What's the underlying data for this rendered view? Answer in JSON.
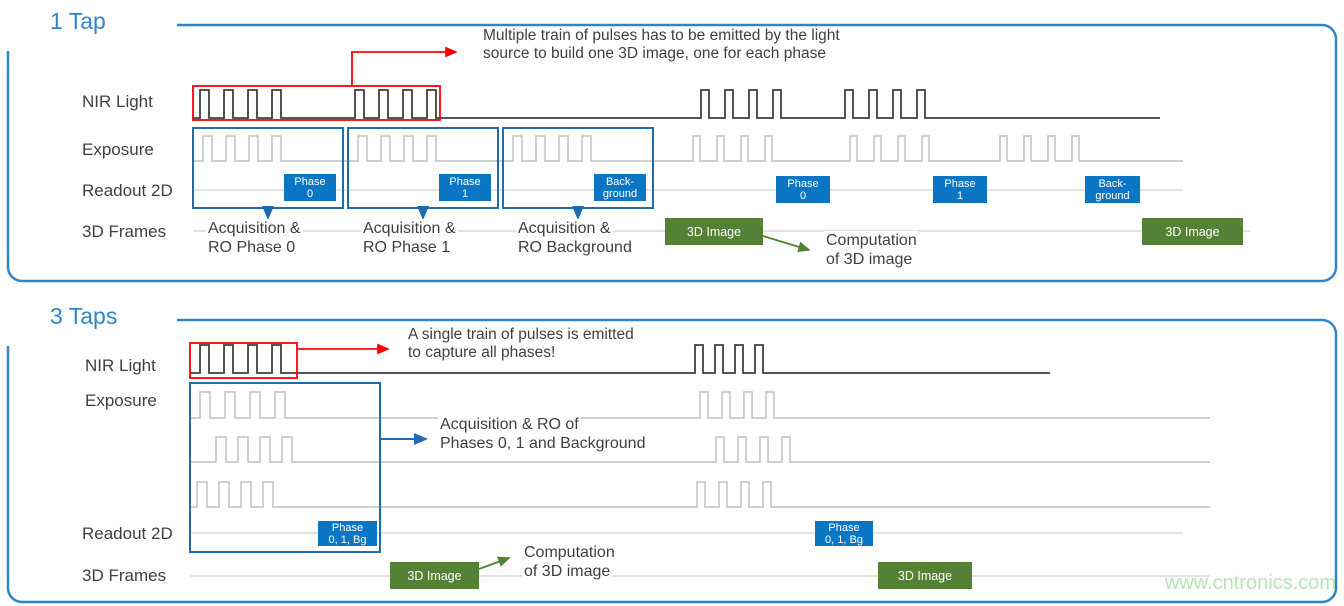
{
  "colors": {
    "accent_blue": "#2E86C8",
    "deep_blue": "#1F6BB0",
    "box_blue": "#0B77C4",
    "green": "#538135",
    "red": "#FF0000",
    "dark_pulse": "#3F3F3F",
    "light_pulse": "#C9C9C9",
    "baseline_gray": "#D9D9D9",
    "text_gray": "#404040",
    "watermark_green": "#B5E6B0"
  },
  "panels": {
    "tap1": {
      "title": "1 Tap",
      "rows": {
        "nir": "NIR Light",
        "exposure": "Exposure",
        "readout": "Readout 2D",
        "frames": "3D Frames"
      },
      "annotation": {
        "line1": "Multiple train of pulses has to be emitted by the light",
        "line2": "source to build one 3D image, one for each phase"
      },
      "readout_boxes": [
        {
          "line1": "Phase",
          "line2": "0"
        },
        {
          "line1": "Phase",
          "line2": "1"
        },
        {
          "line1": "Back-",
          "line2": "ground"
        },
        {
          "line1": "Phase",
          "line2": "0"
        },
        {
          "line1": "Phase",
          "line2": "1"
        },
        {
          "line1": "Back-",
          "line2": "ground"
        }
      ],
      "acquisition_labels": [
        {
          "line1": "Acquisition &",
          "line2": "RO Phase 0"
        },
        {
          "line1": "Acquisition &",
          "line2": "RO Phase 1"
        },
        {
          "line1": "Acquisition &",
          "line2": "RO Background"
        }
      ],
      "frame_boxes": [
        "3D Image",
        "3D Image"
      ],
      "computation": {
        "line1": "Computation",
        "line2": "of 3D image"
      }
    },
    "tap3": {
      "title": "3 Taps",
      "rows": {
        "nir": "NIR Light",
        "exposure": "Exposure",
        "readout": "Readout 2D",
        "frames": "3D Frames"
      },
      "annotation": {
        "line1": "A single train of pulses is emitted",
        "line2": "to capture all phases!"
      },
      "acquisition": {
        "line1": "Acquisition & RO of",
        "line2": "Phases 0, 1 and Background"
      },
      "readout_boxes": [
        {
          "line1": "Phase",
          "line2": "0, 1, Bg"
        },
        {
          "line1": "Phase",
          "line2": "0, 1, Bg"
        }
      ],
      "frame_boxes": [
        "3D Image",
        "3D Image"
      ],
      "computation": {
        "line1": "Computation",
        "line2": "of 3D image"
      }
    }
  },
  "watermark": "www.cntronics.com"
}
